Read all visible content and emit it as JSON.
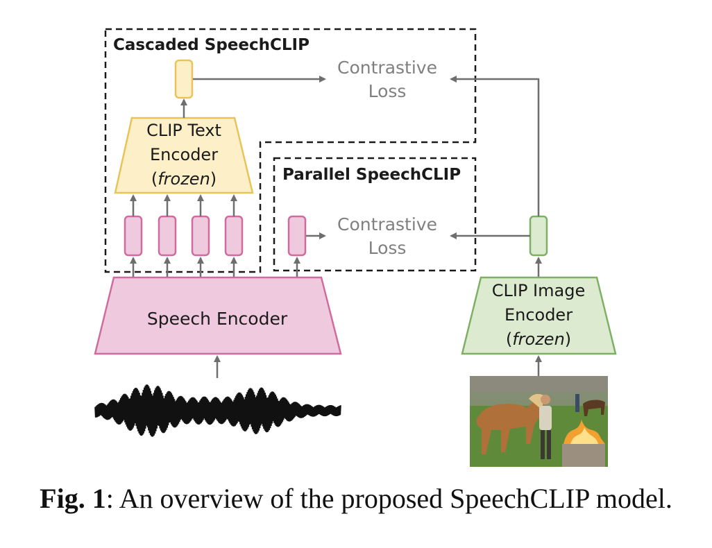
{
  "colors": {
    "line": "#6e6e6e",
    "dash": "#1a1a1a",
    "yellow_fill": "#fdefc8",
    "yellow_stroke": "#e8c458",
    "pink_fill": "#efc9de",
    "pink_stroke": "#cf6b9e",
    "green_fill": "#dcebd0",
    "green_stroke": "#7db064",
    "muted_text": "#808080",
    "text": "#1a1a1a"
  },
  "diagram": {
    "cascaded_title": "Cascaded SpeechCLIP",
    "parallel_title": "Parallel SpeechCLIP",
    "contrastive_1": "Contrastive",
    "loss_1": "Loss",
    "contrastive_2": "Contrastive",
    "loss_2": "Loss",
    "text_encoder": {
      "line1": "CLIP Text",
      "line2": "Encoder",
      "line3": "frozen"
    },
    "speech_encoder": "Speech Encoder",
    "image_encoder": {
      "line1": "CLIP Image",
      "line2": "Encoder",
      "line3": "frozen"
    },
    "photo": "photo of horses in a field with a person and a bonfire",
    "waveform": "speech waveform"
  },
  "caption": {
    "label": "Fig. 1",
    "text": ": An overview of the proposed SpeechCLIP model."
  }
}
